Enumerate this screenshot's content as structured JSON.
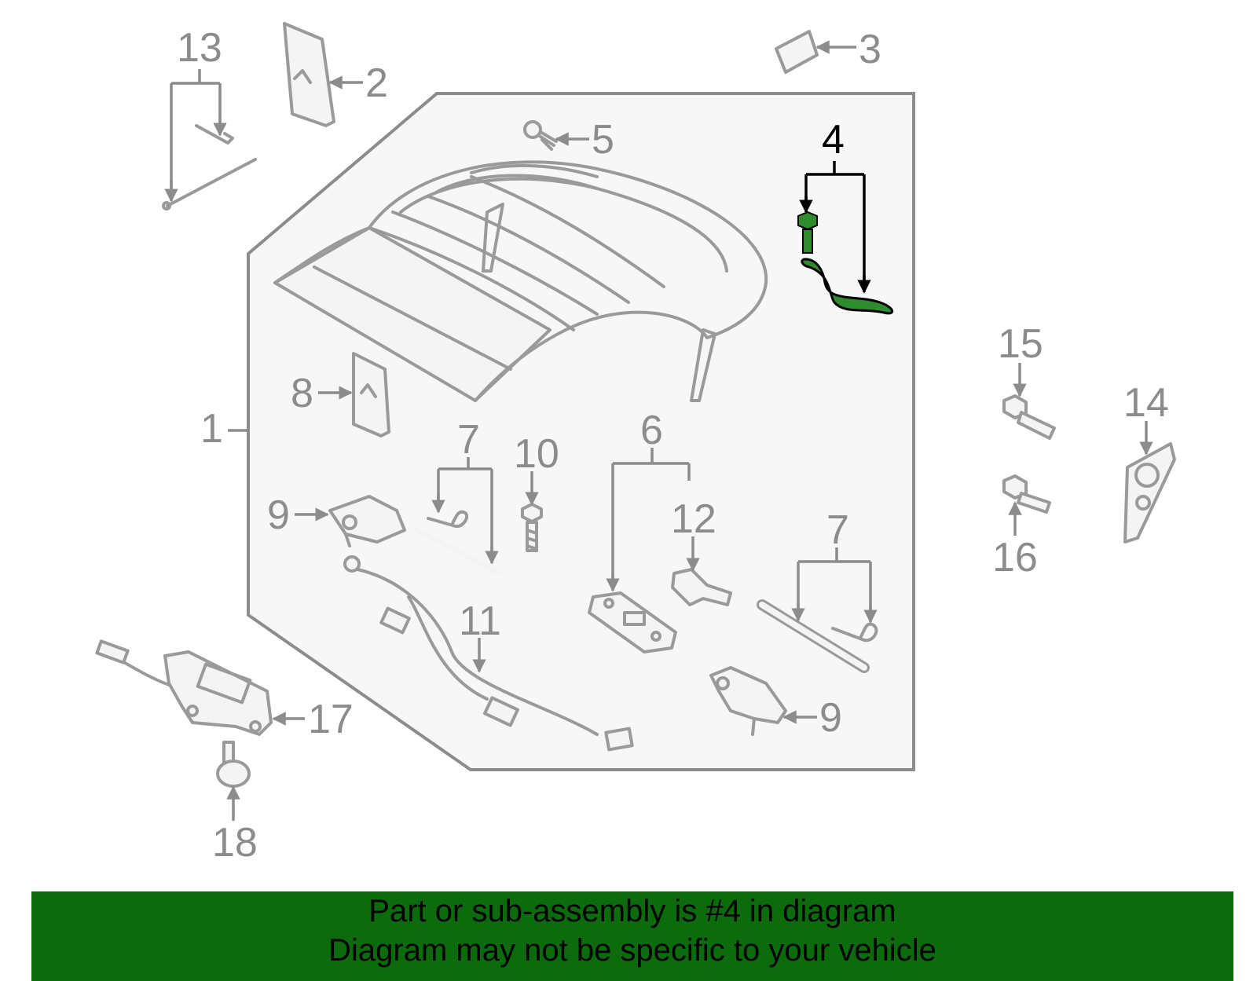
{
  "labels": {
    "l1": "1",
    "l2": "2",
    "l3": "3",
    "l4": "4",
    "l5": "5",
    "l6": "6",
    "l7a": "7",
    "l7b": "7",
    "l8": "8",
    "l9a": "9",
    "l9b": "9",
    "l10": "10",
    "l11": "11",
    "l12": "12",
    "l13": "13",
    "l14": "14",
    "l15": "15",
    "l16": "16",
    "l17": "17",
    "l18": "18"
  },
  "highlight": {
    "part_number": "4",
    "color": "#0c6b0c",
    "part_fill": "#2e8b2e"
  },
  "banner": {
    "line1": "Part or sub-assembly is #4 in diagram",
    "line2": "Diagram may not be specific to your vehicle",
    "background": "#0c6b0c"
  }
}
